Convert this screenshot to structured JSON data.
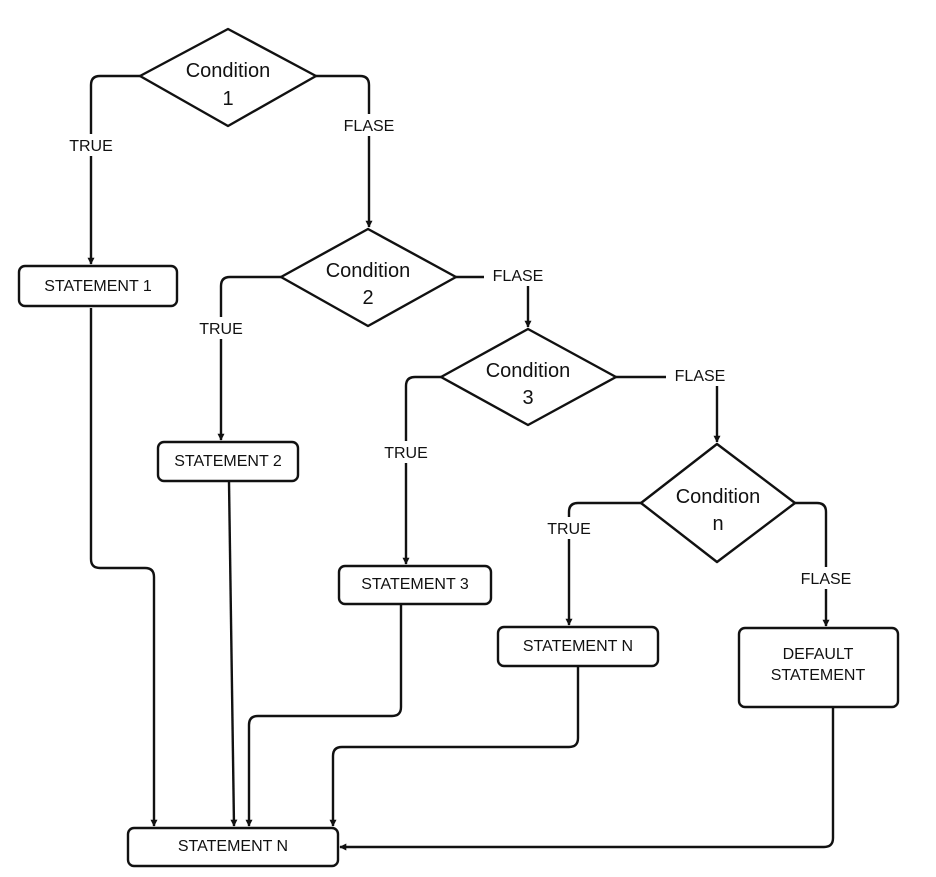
{
  "diagram": {
    "conditions": [
      {
        "line1": "Condition",
        "line2": "1"
      },
      {
        "line1": "Condition",
        "line2": "2"
      },
      {
        "line1": "Condition",
        "line2": "3"
      },
      {
        "line1": "Condition",
        "line2": "n"
      }
    ],
    "statements": {
      "s1": "STATEMENT 1",
      "s2": "STATEMENT 2",
      "s3": "STATEMENT 3",
      "sn_mid": "STATEMENT N",
      "default_line1": "DEFAULT",
      "default_line2": "STATEMENT",
      "final": "STATEMENT N"
    },
    "edge_labels": {
      "c1_true": "TRUE",
      "c1_false": "FLASE",
      "c2_true": "TRUE",
      "c2_false": "FLASE",
      "c3_true": "TRUE",
      "c3_false": "FLASE",
      "cn_true": "TRUE",
      "cn_false": "FLASE"
    }
  }
}
